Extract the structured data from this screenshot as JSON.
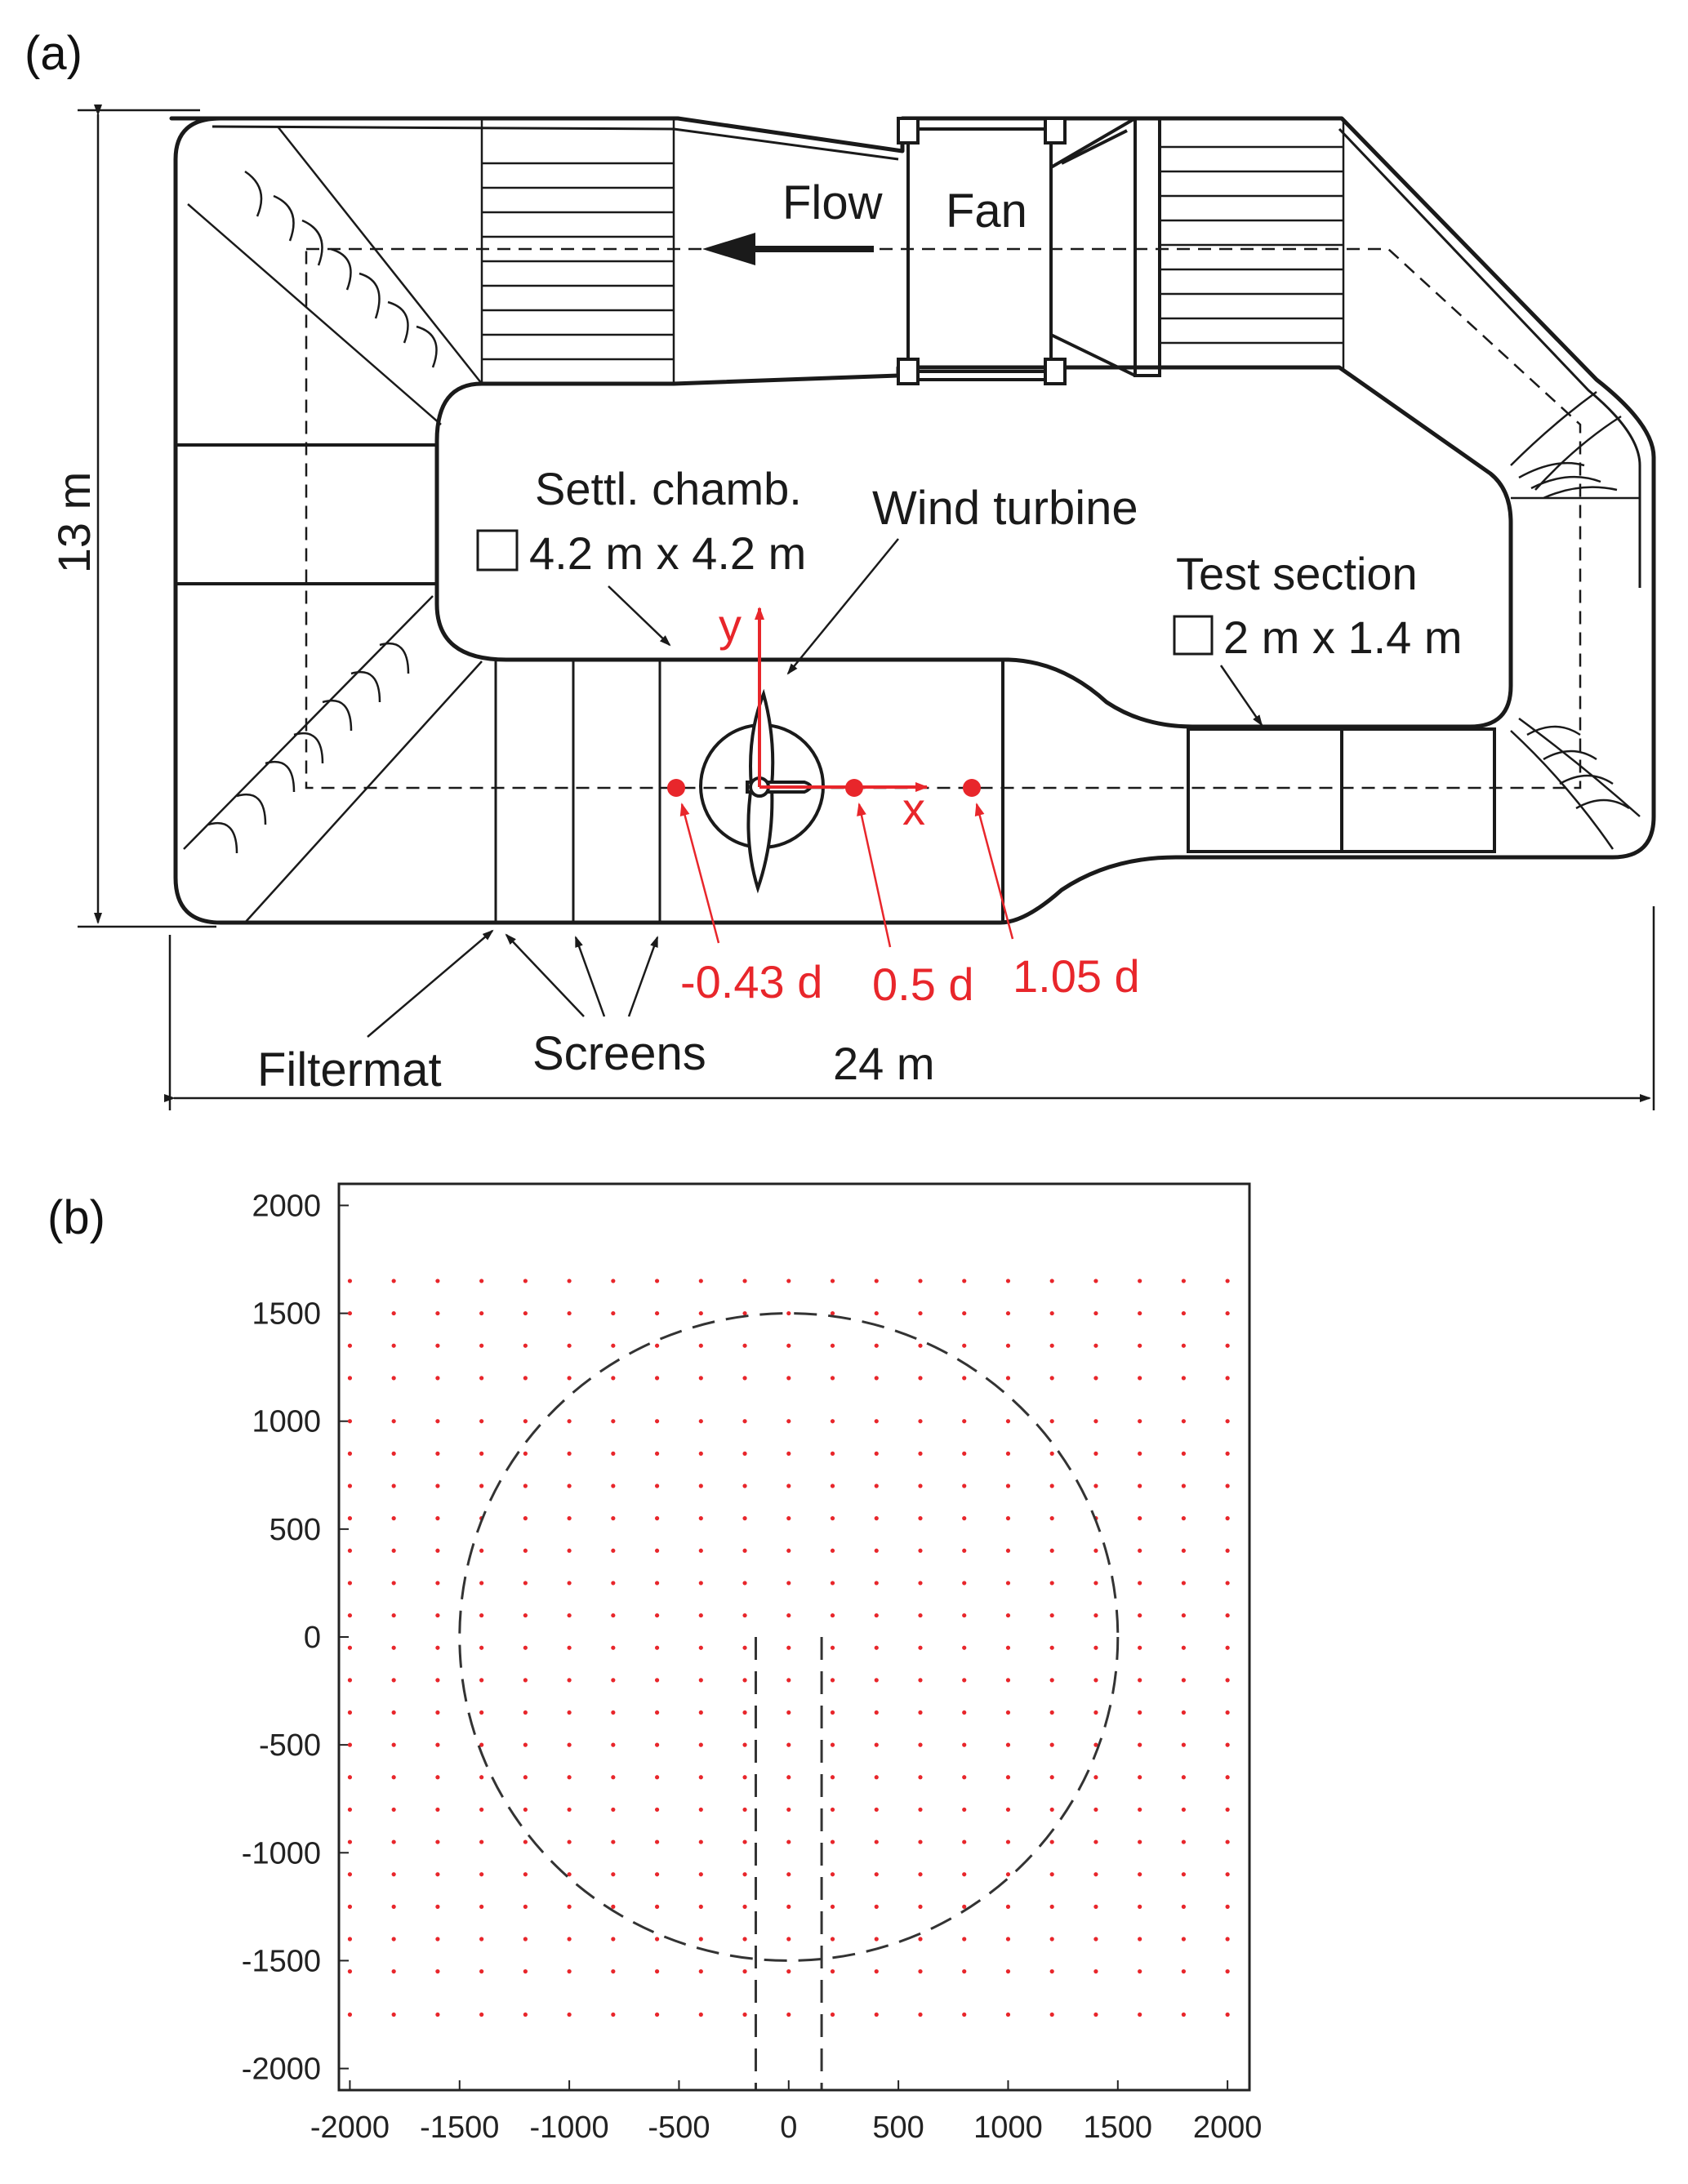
{
  "panel_a": {
    "panel_label": "(a)",
    "flow_label": "Flow",
    "fan_label": "Fan",
    "settling_chamber_label": "Settl. chamb.",
    "settling_chamber_size": "4.2 m x 4.2 m",
    "wind_turbine_label": "Wind turbine",
    "test_section_label": "Test section",
    "test_section_size": "2 m x 1.4 m",
    "axis_y_label": "y",
    "axis_x_label": "x",
    "positions": [
      {
        "label": "-0.43 d",
        "value": -0.43
      },
      {
        "label": "0.5 d",
        "value": 0.5
      },
      {
        "label": "1.05 d",
        "value": 1.05
      }
    ],
    "height_label": "13 m",
    "length_label": "24 m",
    "filtermat_label": "Filtermat",
    "screens_label": "Screens",
    "colors": {
      "outline": "#1a1a1a",
      "measurement": "#e8262b"
    }
  },
  "panel_b": {
    "panel_label": "(b)",
    "chart_data": {
      "type": "scatter",
      "title": "",
      "xlabel": "",
      "ylabel": "",
      "xlim": [
        -2050,
        2100
      ],
      "ylim": [
        -2100,
        2100
      ],
      "xticks": [
        -2000,
        -1500,
        -1000,
        -500,
        0,
        500,
        1000,
        1500,
        2000
      ],
      "yticks": [
        -2000,
        -1500,
        -1000,
        -500,
        0,
        500,
        1000,
        1500,
        2000
      ],
      "xtick_labels": [
        "-2000",
        "-1500",
        "-1000",
        "-500",
        "0",
        "500",
        "1000",
        "1500",
        "2000"
      ],
      "ytick_labels": [
        "-2000",
        "-1500",
        "-1000",
        "-500",
        "0",
        "500",
        "1000",
        "1500",
        "2000"
      ],
      "grid": false,
      "series": [
        {
          "kind": "measurement-grid",
          "color": "#e8262b",
          "x": [
            -2000,
            -1800,
            -1600,
            -1400,
            -1200,
            -1000,
            -800,
            -600,
            -400,
            -200,
            0,
            200,
            400,
            600,
            800,
            1000,
            1200,
            1400,
            1600,
            1800,
            2000
          ],
          "y": [
            1650,
            1500,
            1350,
            1200,
            1000,
            850,
            700,
            550,
            400,
            250,
            100,
            -50,
            -200,
            -350,
            -500,
            -650,
            -800,
            -950,
            -1100,
            -1250,
            -1400,
            -1550,
            -1750
          ]
        }
      ],
      "rotor_circle": {
        "center": [
          0,
          0
        ],
        "radius": 1500,
        "style": "dashed"
      },
      "tower": {
        "x": [
          -150,
          150
        ],
        "y_top": 0,
        "y_bottom": -2100,
        "style": "dashed"
      }
    }
  }
}
